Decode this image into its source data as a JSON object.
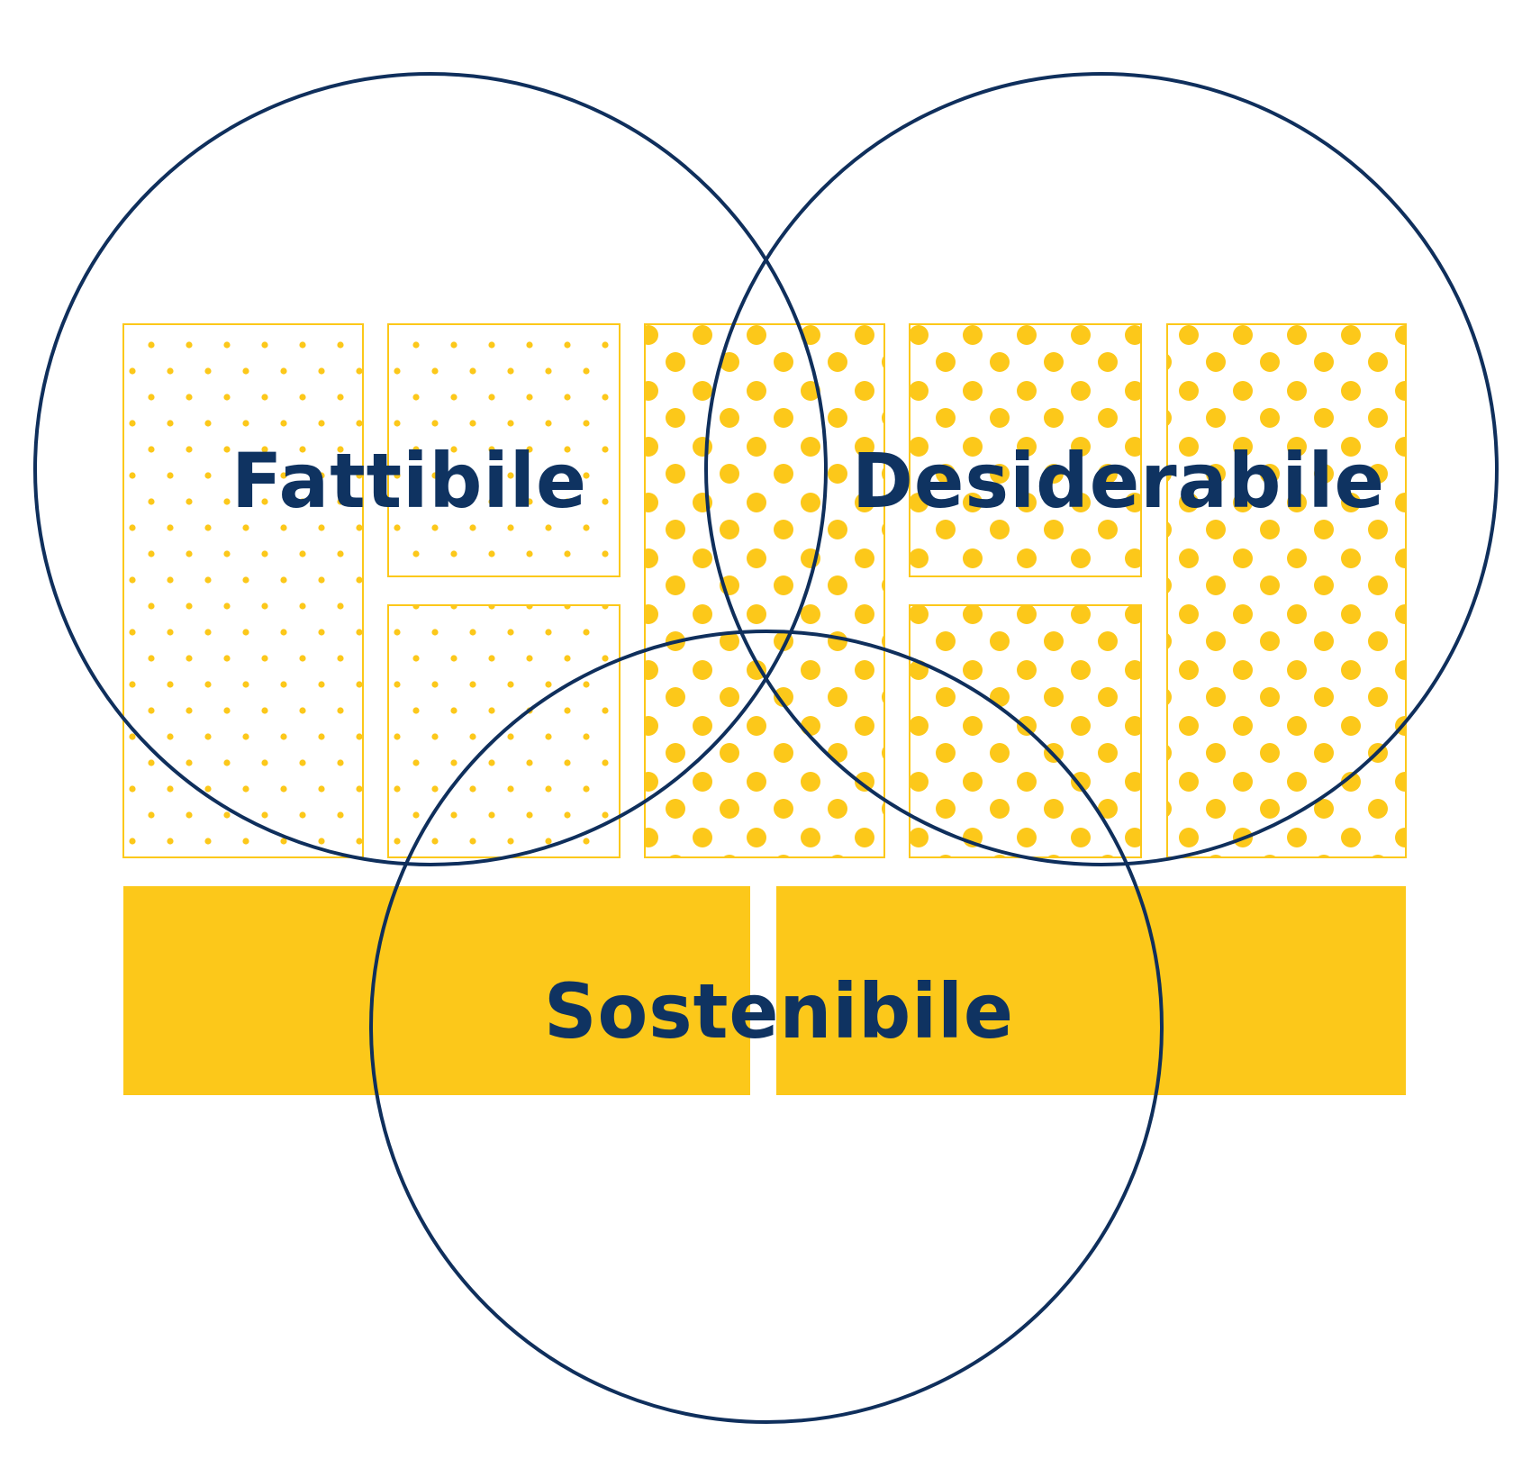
{
  "diagram": {
    "labels": {
      "feasible": "Fattibile",
      "desirable": "Desiderabile",
      "sustainable": "Sostenibile"
    },
    "colors": {
      "circle_stroke": "#0f2f5c",
      "label": "#0f3361",
      "accent_yellow": "#fcc81a",
      "background": "#ffffff"
    }
  }
}
